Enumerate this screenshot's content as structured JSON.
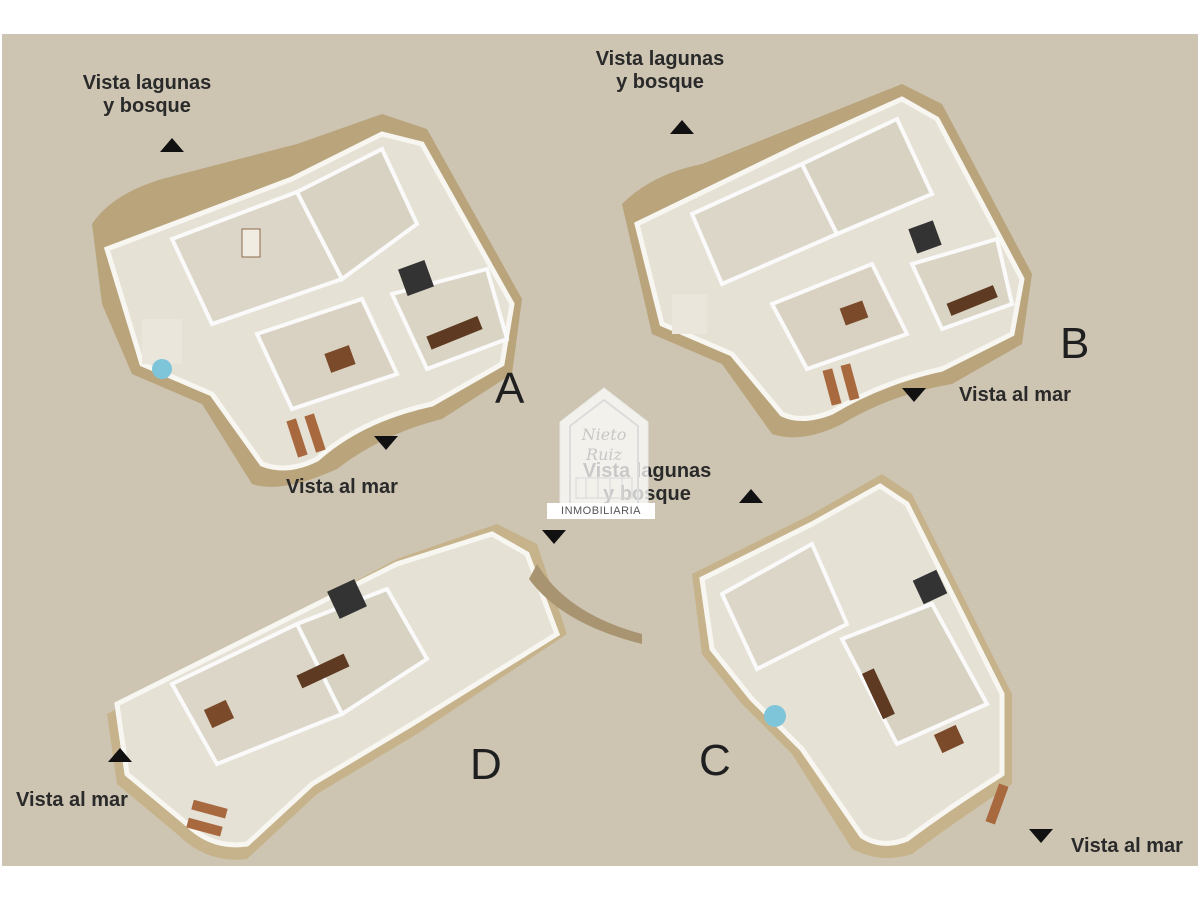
{
  "plans": [
    {
      "id": "A",
      "letter": "A",
      "forest_label": "Vista lagunas\ny bosque",
      "sea_label": "Vista al mar"
    },
    {
      "id": "B",
      "letter": "B",
      "forest_label": "Vista lagunas\ny bosque",
      "sea_label": "Vista al mar"
    },
    {
      "id": "C",
      "letter": "C",
      "forest_label": "Vista lagunas\ny bosque",
      "sea_label": "Vista al mar"
    },
    {
      "id": "D",
      "letter": "D",
      "sea_label": "Vista al mar"
    }
  ],
  "watermark": {
    "script_text": "Nieto Ruiz",
    "brand": "INMOBILIARIA"
  },
  "colors": {
    "background": "#cdc5b2",
    "floor": "#e6e1d5",
    "wall": "#f3f1ec",
    "wood": "#7b4a2a",
    "sand": "#c9b386"
  }
}
